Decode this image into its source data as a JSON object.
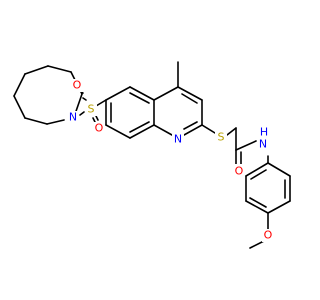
{
  "figure": {
    "type": "chemical-structure",
    "background": "#ffffff",
    "bond_color": "#000000"
  },
  "atom_colors": {
    "N": "#0000ff",
    "O": "#ff0000",
    "S": "#b8a100",
    "H": "#0000ff"
  },
  "labels": {
    "azepane_N": "N",
    "sulfonyl_S": "S",
    "sulfonyl_O_top": "O",
    "sulfonyl_O_bottom": "O",
    "quinoline_N": "N",
    "thioether_S": "S",
    "carbonyl_O": "O",
    "amide_NH": "N",
    "amide_H": "H",
    "methoxy_O": "O"
  }
}
